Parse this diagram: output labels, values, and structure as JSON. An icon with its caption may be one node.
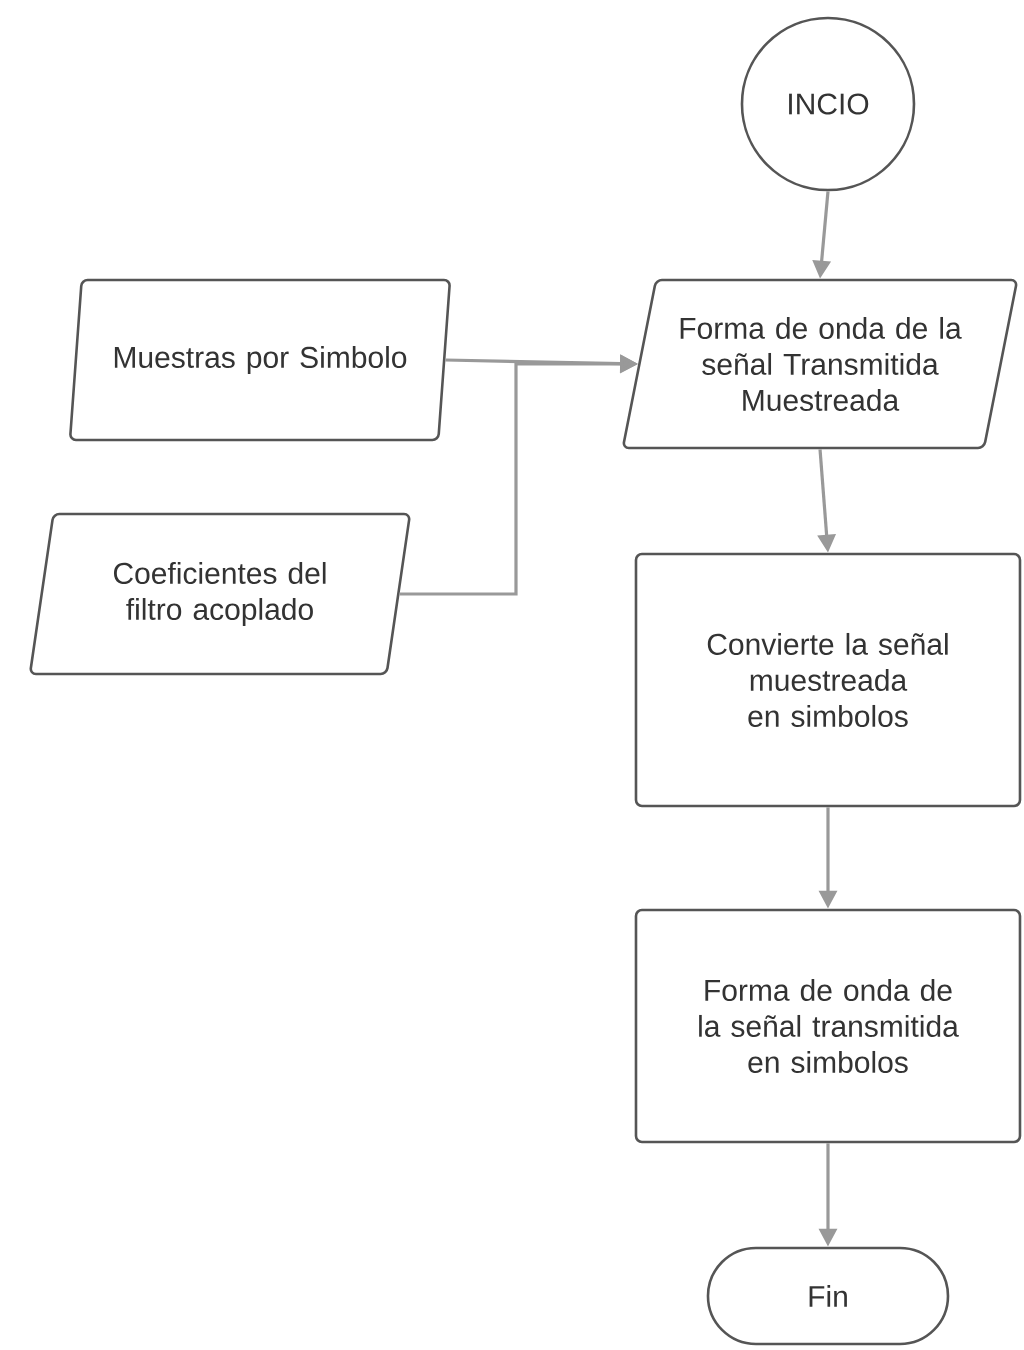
{
  "diagram": {
    "nodes": [
      {
        "text": [
          "INCIO"
        ]
      },
      {
        "text": [
          "Forma de onda de la señal Transmitida Muestreada"
        ]
      },
      {
        "text": [
          "Muestras por Simbolo"
        ]
      },
      {
        "text": [
          "Coeficientes del filtro acoplado"
        ]
      },
      {
        "text": [
          "Convierte la señal muestreada en simbolos"
        ]
      },
      {
        "text": [
          "Forma de onda de la señal transmitida en simbolos"
        ]
      },
      {
        "text": [
          "Fin"
        ]
      }
    ],
    "edges": [
      {
        "from": 0,
        "to": 1,
        "arrow": "to"
      },
      {
        "from": 2,
        "to": 1,
        "arrow": "to"
      },
      {
        "from": 3,
        "to": 1,
        "arrow": "to"
      },
      {
        "from": 1,
        "to": 4,
        "arrow": "to"
      },
      {
        "from": 4,
        "to": 5,
        "arrow": "to"
      },
      {
        "from": 5,
        "to": 6,
        "arrow": "to"
      }
    ]
  }
}
